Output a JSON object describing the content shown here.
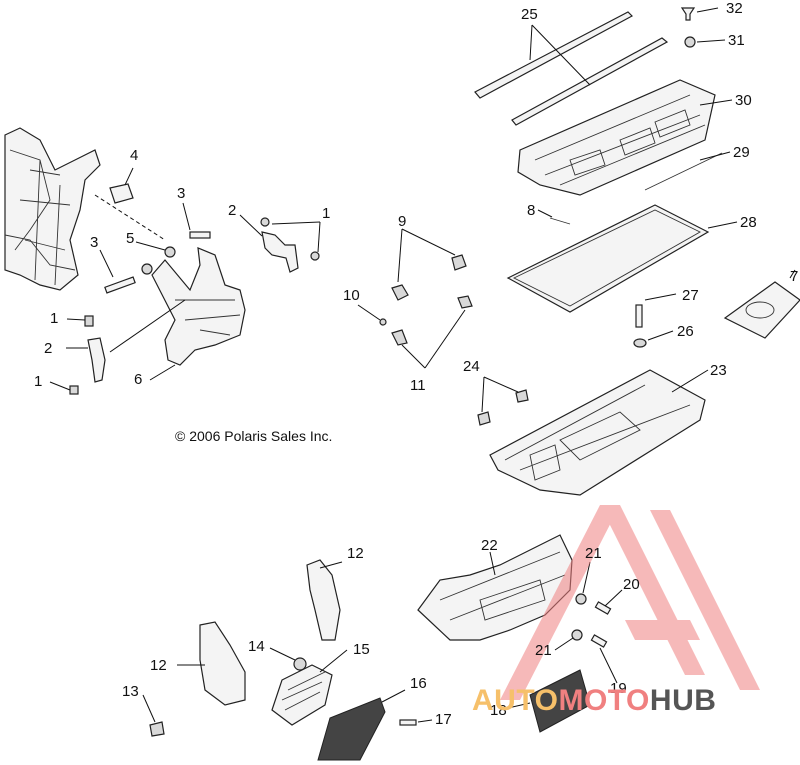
{
  "copyright": "© 2006 Polaris Sales Inc.",
  "watermark": {
    "part1": "AUTO",
    "part2": "MOTO",
    "part3": "HUB",
    "colors": {
      "auto": "#f6c06a",
      "moto": "#f08080",
      "hub": "#555555",
      "triangle": "#f08080"
    }
  },
  "callouts": {
    "c1a": "1",
    "c1b": "1",
    "c1c": "1",
    "c2a": "2",
    "c2b": "2",
    "c3a": "3",
    "c3b": "3",
    "c4": "4",
    "c5": "5",
    "c6": "6",
    "c7": "7",
    "c8": "8",
    "c9": "9",
    "c10": "10",
    "c11": "11",
    "c12a": "12",
    "c12b": "12",
    "c13": "13",
    "c14": "14",
    "c15": "15",
    "c16": "16",
    "c17": "17",
    "c18": "18",
    "c19": "19",
    "c20": "20",
    "c21a": "21",
    "c21b": "21",
    "c22": "22",
    "c23": "23",
    "c24": "24",
    "c25": "25",
    "c26": "26",
    "c27": "27",
    "c28": "28",
    "c29": "29",
    "c30": "30",
    "c31": "31",
    "c32": "32"
  }
}
